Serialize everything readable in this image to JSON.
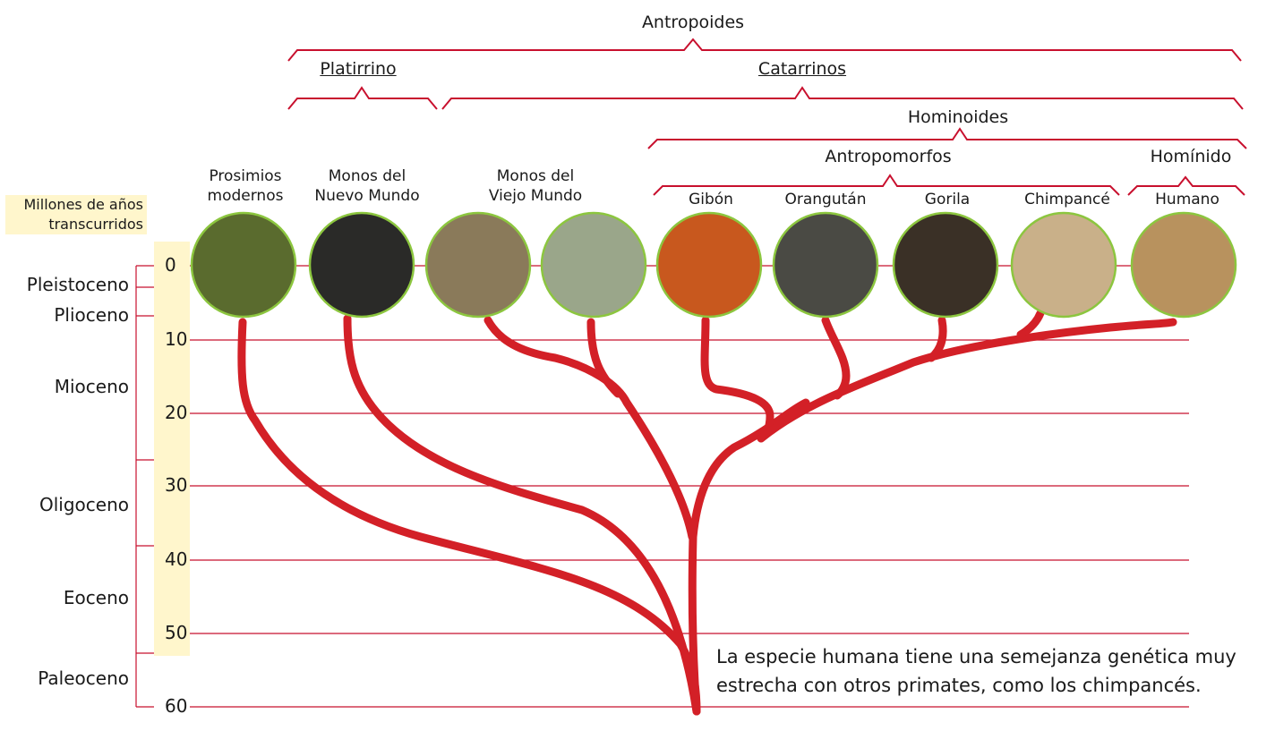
{
  "groups": {
    "antropoides": "Antropoides",
    "platirrino": "Platirrino",
    "catarrinos": "Catarrinos",
    "hominoides": "Hominoides",
    "antropomorfos": "Antropomorfos",
    "hominido": "Homínido"
  },
  "taxa": [
    {
      "label": "Prosimios\nmodernos",
      "photo_color": "#b8925e"
    },
    {
      "label": "Monos del\nNuevo Mundo",
      "photo_color": "#5a6b2e"
    },
    {
      "label": "Monos del\nViejo Mundo",
      "photo_color": "#2a2a28"
    },
    {
      "label": "",
      "photo_color": "#8a7a5a"
    },
    {
      "label": "Gibón",
      "photo_color": "#9aa68a"
    },
    {
      "label": "Orangután",
      "photo_color": "#c8581e"
    },
    {
      "label": "Gorila",
      "photo_color": "#4a4a44"
    },
    {
      "label": "Chimpancé",
      "photo_color": "#3a3026"
    },
    {
      "label": "Humano",
      "photo_color": "#c9b089"
    }
  ],
  "axis": {
    "title": "Millones de años transcurridos",
    "ticks": [
      "0",
      "10",
      "20",
      "30",
      "40",
      "50",
      "60"
    ]
  },
  "epochs": [
    "Pleistoceno",
    "Plioceno",
    "Mioceno",
    "Oligoceno",
    "Eoceno",
    "Paleoceno"
  ],
  "note": "La especie humana tiene una semejanza genética muy estrecha con otros primates, como los chimpancés.",
  "colors": {
    "branch": "#d32027",
    "gridline": "#c8102e",
    "bracket": "#c8102e",
    "circle_border": "#8cc63f",
    "axis_band": "#fff6cc"
  }
}
